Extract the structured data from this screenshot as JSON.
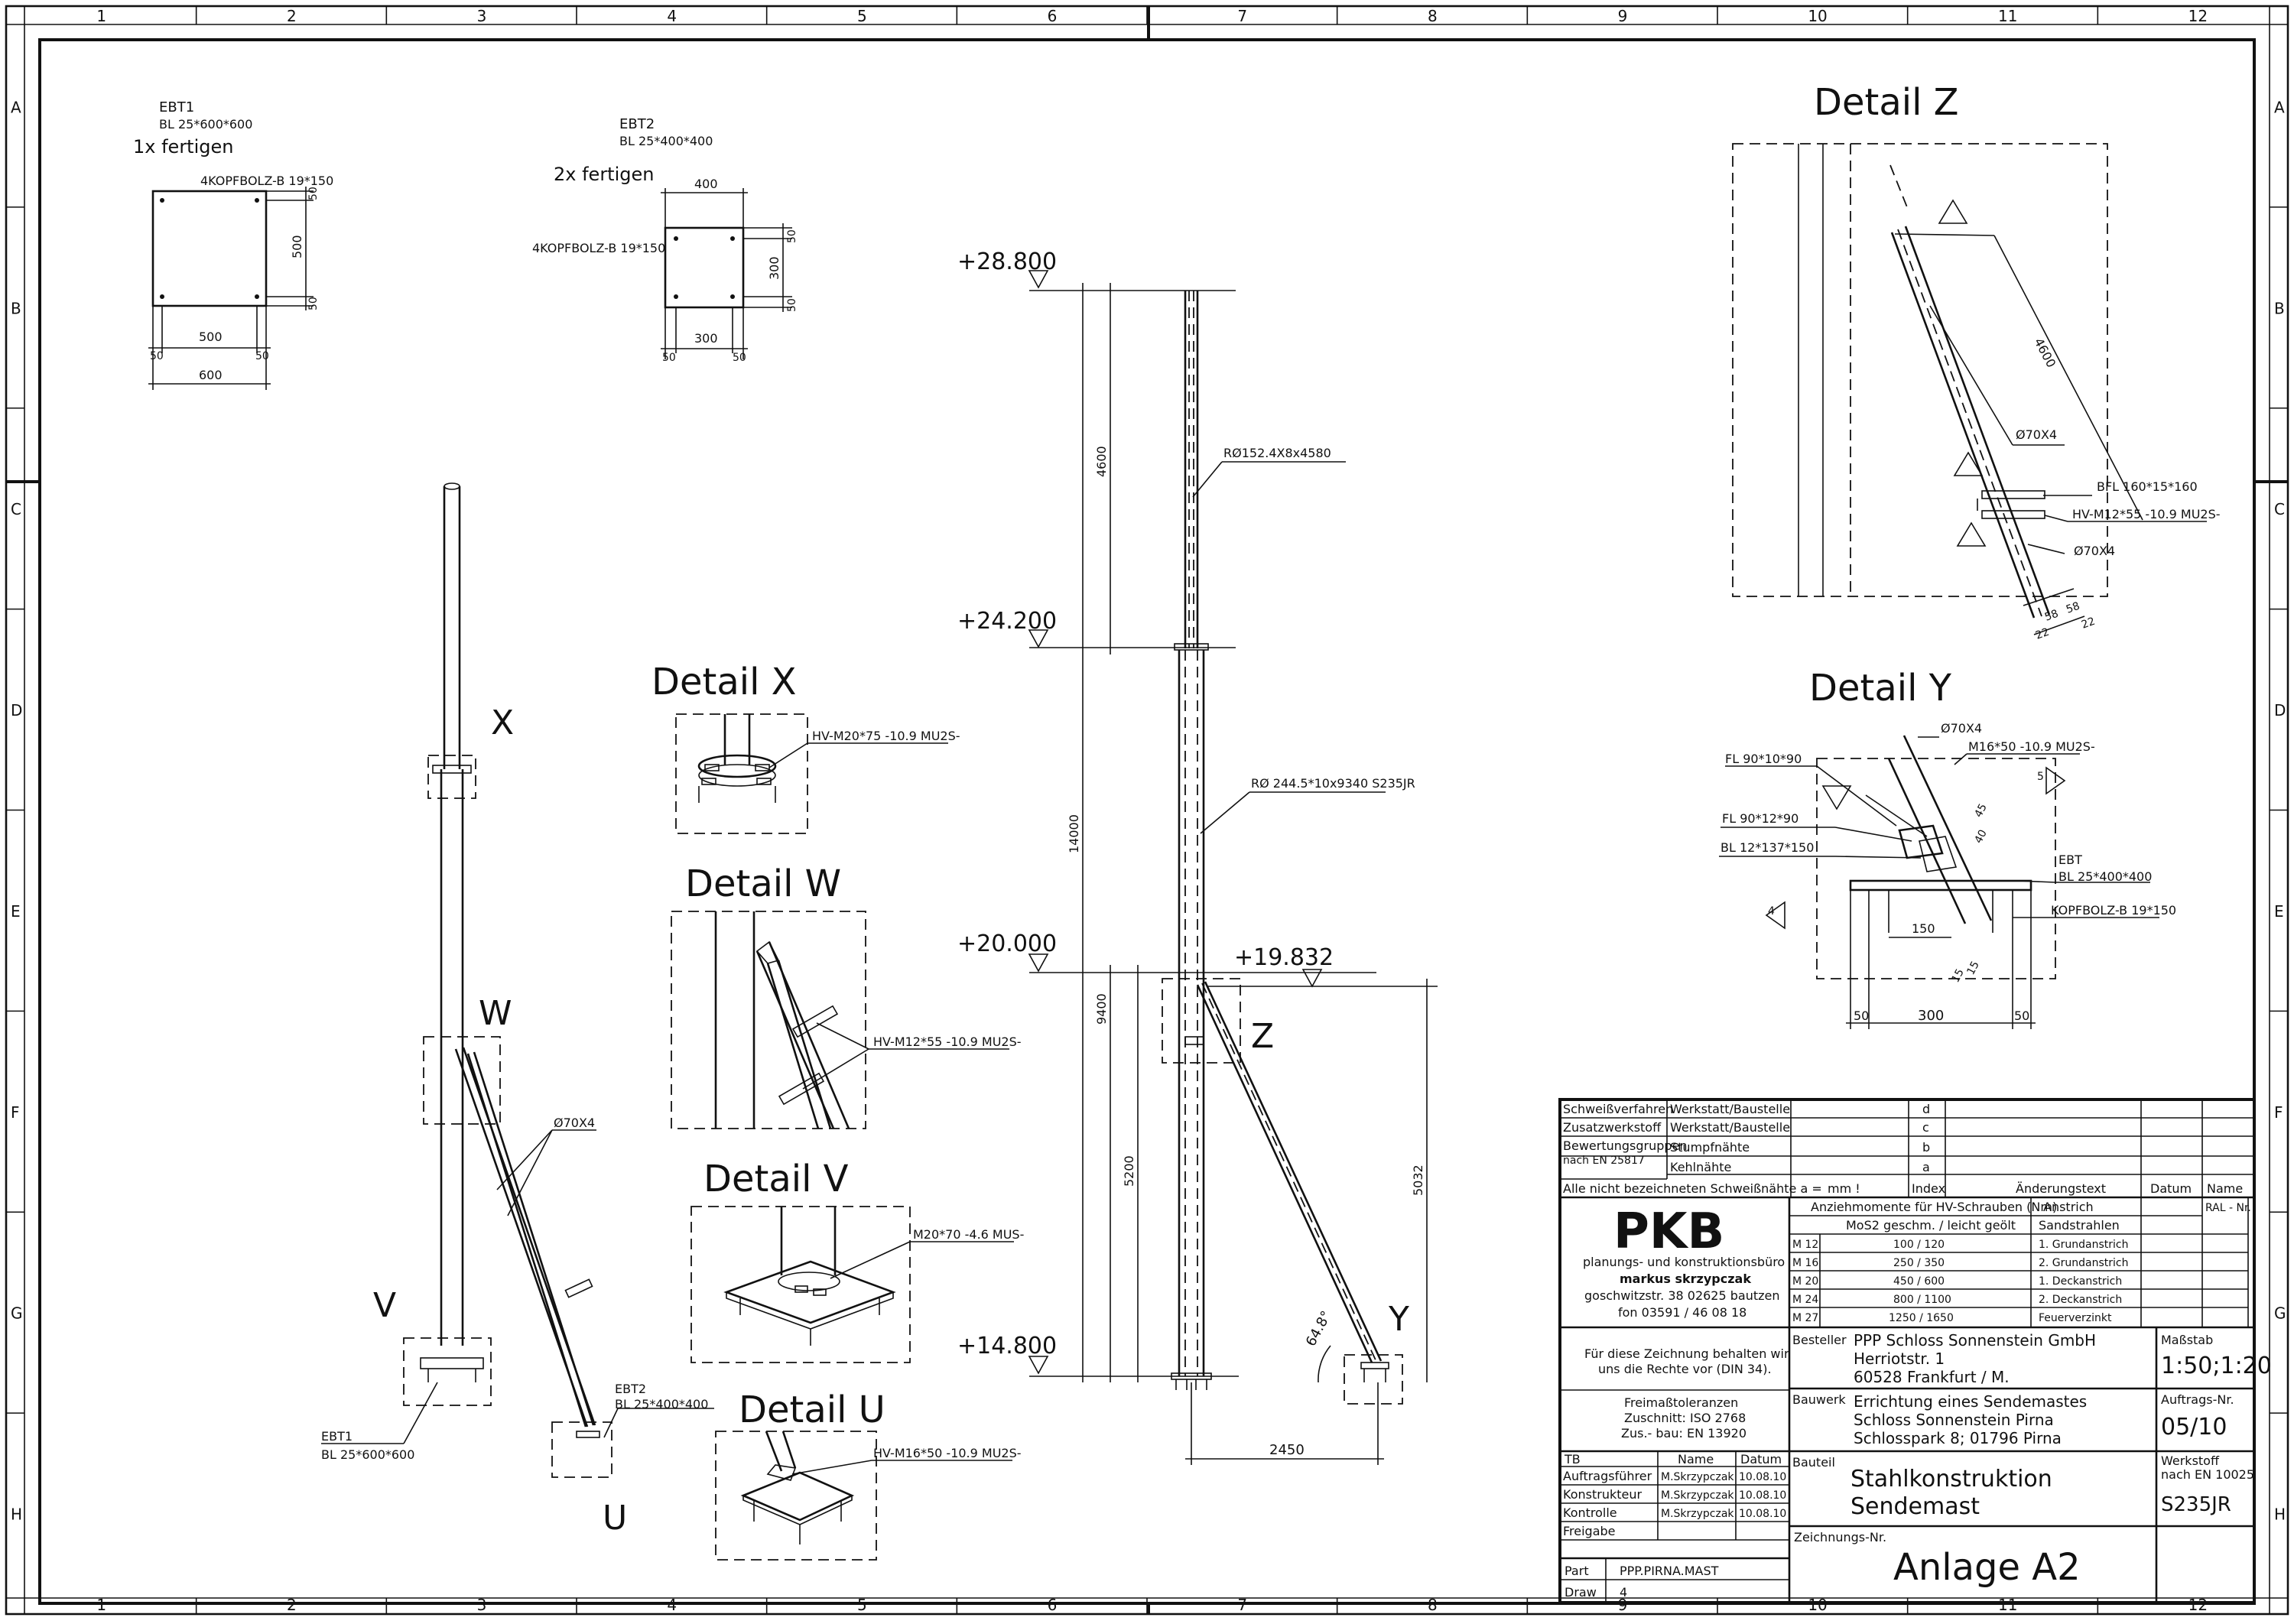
{
  "border": {
    "cols": [
      "1",
      "2",
      "3",
      "4",
      "5",
      "6",
      "7",
      "8",
      "9",
      "10",
      "11",
      "12"
    ],
    "rows": [
      "A",
      "B",
      "C",
      "D",
      "E",
      "F",
      "G",
      "H"
    ]
  },
  "ebt1": {
    "name": "EBT1",
    "spec": "BL 25*600*600",
    "note": "1x fertigen",
    "bolts": "4KOPFBOLZ-B  19*150",
    "d_500": "500",
    "d_50a": "50",
    "d_50b": "50",
    "d_width500": "500",
    "d_50c": "50",
    "d_50d": "50",
    "d_600": "600"
  },
  "ebt2": {
    "name": "EBT2",
    "spec": "BL 25*400*400",
    "note": "2x fertigen",
    "bolts": "4KOPFBOLZ-B  19*150",
    "d_400": "400",
    "d_300v": "300",
    "d_50a": "50",
    "d_50b": "50",
    "d_300h": "300",
    "d_50c": "50",
    "d_50d": "50"
  },
  "overview": {
    "label_x": "X",
    "label_w": "W",
    "label_v": "V",
    "label_u": "U",
    "tube": "Ø70X4",
    "ebt1": "EBT1",
    "ebt1_spec": "BL 25*600*600",
    "ebt2": "EBT2",
    "ebt2_spec": "BL 25*400*400"
  },
  "details": {
    "x_title": "Detail X",
    "x_bolt": "HV-M20*75 -10.9 MU2S-",
    "w_title": "Detail W",
    "w_bolt": "HV-M12*55 -10.9 MU2S-",
    "v_title": "Detail V",
    "v_bolt": "M20*70 -4.6 MUS-",
    "u_title": "Detail U",
    "u_bolt": "HV-M16*50 -10.9 MU2S-"
  },
  "elevation": {
    "lvl_top": "+28.800",
    "lvl_2": "+24.200",
    "lvl_3": "+20.000",
    "lvl_4": "+19.832",
    "lvl_bottom": "+14.800",
    "d_4600": "4600",
    "d_14000": "14000",
    "d_9400": "9400",
    "d_5200": "5200",
    "d_5032": "5032",
    "d_2450": "2450",
    "angle": "64.8°",
    "tube_top": "RØ152.4X8x4580",
    "tube_main": "RØ 244.5*10x9340 S235JR",
    "label_z": "Z",
    "label_y": "Y"
  },
  "detail_z": {
    "title": "Detail Z",
    "d_4600": "4600",
    "tube": "Ø70X4",
    "flange": "BFL 160*15*160",
    "bolt": "HV-M12*55 -10.9 MU2S-",
    "tube2": "Ø70X4",
    "d_58a": "58",
    "d_58b": "58",
    "d_22a": "22",
    "d_22b": "22"
  },
  "detail_y": {
    "title": "Detail Y",
    "tube": "Ø70X4",
    "bolt": "M16*50 -10.9 MU2S-",
    "fl1": "FL 90*10*90",
    "fl2": "FL 90*12*90",
    "bl": "BL 12*137*150",
    "ebt": "EBT",
    "ebt_spec": "BL 25*400*400",
    "kopf": "KOPFBOLZ-B  19*150",
    "d_150": "150",
    "d_50a": "50",
    "d_300": "300",
    "d_50b": "50",
    "d_15a": "15",
    "d_15b": "15",
    "d_45": "45",
    "d_40": "40",
    "w5": "5",
    "w4": "4"
  },
  "titleblock": {
    "r1_a": "Schweißverfahren",
    "r1_b": "Werkstatt/Baustelle",
    "r2_a": "Zusatzwerkstoff",
    "r2_b": "Werkstatt/Baustelle",
    "r3_a": "Bewertungsgruppen",
    "r3_a2": "nach EN 25817",
    "r3_b": "Stumpfnähte",
    "r4_b": "Kehlnähte",
    "r5": "Alle nicht bezeichneten Schweißnähte a =",
    "r5_mm": "mm !",
    "idx_d": "d",
    "idx_c": "c",
    "idx_b": "b",
    "idx_a": "a",
    "col_index": "Index",
    "col_change": "Änderungstext",
    "col_date": "Datum",
    "col_name": "Name",
    "ral": "RAL - Nr.",
    "torque_head": "Anziehmomente für HV-Schrauben (Nm)",
    "torque_sub": "MoS2 geschm. / leicht geölt",
    "m12": "M 12",
    "m12v": "100 / 120",
    "m16": "M 16",
    "m16v": "250 / 350",
    "m20": "M 20",
    "m20v": "450 / 600",
    "m24": "M 24",
    "m24v": "800 / 1100",
    "m27": "M 27",
    "m27v": "1250 / 1650",
    "paint_head": "Anstrich",
    "p1": "Sandstrahlen",
    "p2": "1. Grundanstrich",
    "p3": "2. Grundanstrich",
    "p4": "1. Deckanstrich",
    "p5": "2. Deckanstrich",
    "p6": "Feuerverzinkt",
    "logo": "PKB",
    "office1": "planungs- und konstruktionsbüro",
    "office2": "markus skrzypczak",
    "office3": "goschwitzstr. 38    02625 bautzen",
    "office4": "fon 03591 / 46 08 18",
    "rights1": "Für diese Zeichnung behalten wir",
    "rights2": "uns die Rechte vor (DIN 34).",
    "tol1": "Freimaßtoleranzen",
    "tol2": "Zuschnitt: ISO 2768",
    "tol3": "Zus.- bau: EN 13920",
    "besteller_lbl": "Besteller",
    "besteller1": "PPP Schloss Sonnenstein GmbH",
    "besteller2": "Herriotstr. 1",
    "besteller3": "60528 Frankfurt / M.",
    "massstab_lbl": "Maßstab",
    "massstab": "1:50;1:20",
    "bauwerk_lbl": "Bauwerk",
    "bauwerk1": "Errichtung eines Sendemastes",
    "bauwerk2": "Schloss Sonnenstein Pirna",
    "bauwerk3": "Schlosspark 8; 01796 Pirna",
    "auftrag_lbl": "Auftrags-Nr.",
    "auftrag": "05/10",
    "tb": "TB",
    "name_h": "Name",
    "datum_h": "Datum",
    "role1": "Auftragsführer",
    "n1": "M.Skrzypczak",
    "d1": "10.08.10",
    "role2": "Konstrukteur",
    "n2": "M.Skrzypczak",
    "d2": "10.08.10",
    "role3": "Kontrolle",
    "n3": "M.Skrzypczak",
    "d3": "10.08.10",
    "role4": "Freigabe",
    "bauteil_lbl": "Bauteil",
    "bauteil1": "Stahlkonstruktion",
    "bauteil2": "Sendemast",
    "werkstoff_lbl1": "Werkstoff",
    "werkstoff_lbl2": "nach EN 10025",
    "werkstoff": "S235JR",
    "part_lbl": "Part",
    "part": "PPP.PIRNA.MAST",
    "draw_lbl": "Draw",
    "draw": "4",
    "zeich_lbl": "Zeichnungs-Nr.",
    "zeich": "Anlage A2"
  }
}
